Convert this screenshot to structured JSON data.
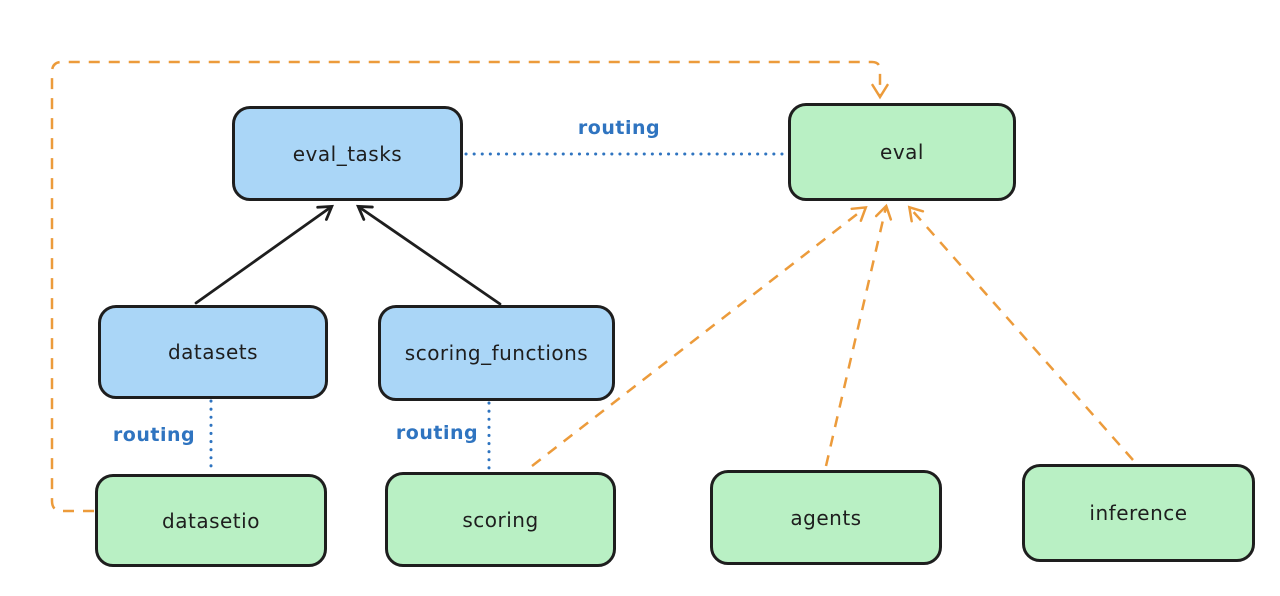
{
  "nodes": {
    "eval_tasks": {
      "label": "eval_tasks",
      "fill": "#aad6f7"
    },
    "eval": {
      "label": "eval",
      "fill": "#b9f0c4"
    },
    "datasets": {
      "label": "datasets",
      "fill": "#aad6f7"
    },
    "scoring_functions": {
      "label": "scoring_functions",
      "fill": "#aad6f7"
    },
    "datasetio": {
      "label": "datasetio",
      "fill": "#b9f0c4"
    },
    "scoring": {
      "label": "scoring",
      "fill": "#b9f0c4"
    },
    "agents": {
      "label": "agents",
      "fill": "#b9f0c4"
    },
    "inference": {
      "label": "inference",
      "fill": "#b9f0c4"
    }
  },
  "labels": {
    "routing_eval_tasks_eval": "routing",
    "routing_datasets_datasetio": "routing",
    "routing_scoring_functions_scoring": "routing"
  },
  "colors": {
    "background": "#ffffff",
    "node_stroke": "#1e1e1e",
    "blue_node_fill": "#aad6f7",
    "green_node_fill": "#b9f0c4",
    "routing_line": "#2f74c0",
    "provider_arrow": "#ec9b3b",
    "dependency_arrow": "#1e1e1e"
  },
  "edges": [
    {
      "from": "datasets",
      "to": "eval_tasks",
      "style": "solid-black-arrow"
    },
    {
      "from": "scoring_functions",
      "to": "eval_tasks",
      "style": "solid-black-arrow"
    },
    {
      "from": "eval_tasks",
      "to": "eval",
      "style": "dotted-blue",
      "label": "routing"
    },
    {
      "from": "datasets",
      "to": "datasetio",
      "style": "dotted-blue",
      "label": "routing"
    },
    {
      "from": "scoring_functions",
      "to": "scoring",
      "style": "dotted-blue",
      "label": "routing"
    },
    {
      "from": "datasetio",
      "to": "eval",
      "style": "dashed-orange-arrow"
    },
    {
      "from": "scoring",
      "to": "eval",
      "style": "dashed-orange-arrow"
    },
    {
      "from": "agents",
      "to": "eval",
      "style": "dashed-orange-arrow"
    },
    {
      "from": "inference",
      "to": "eval",
      "style": "dashed-orange-arrow"
    }
  ]
}
